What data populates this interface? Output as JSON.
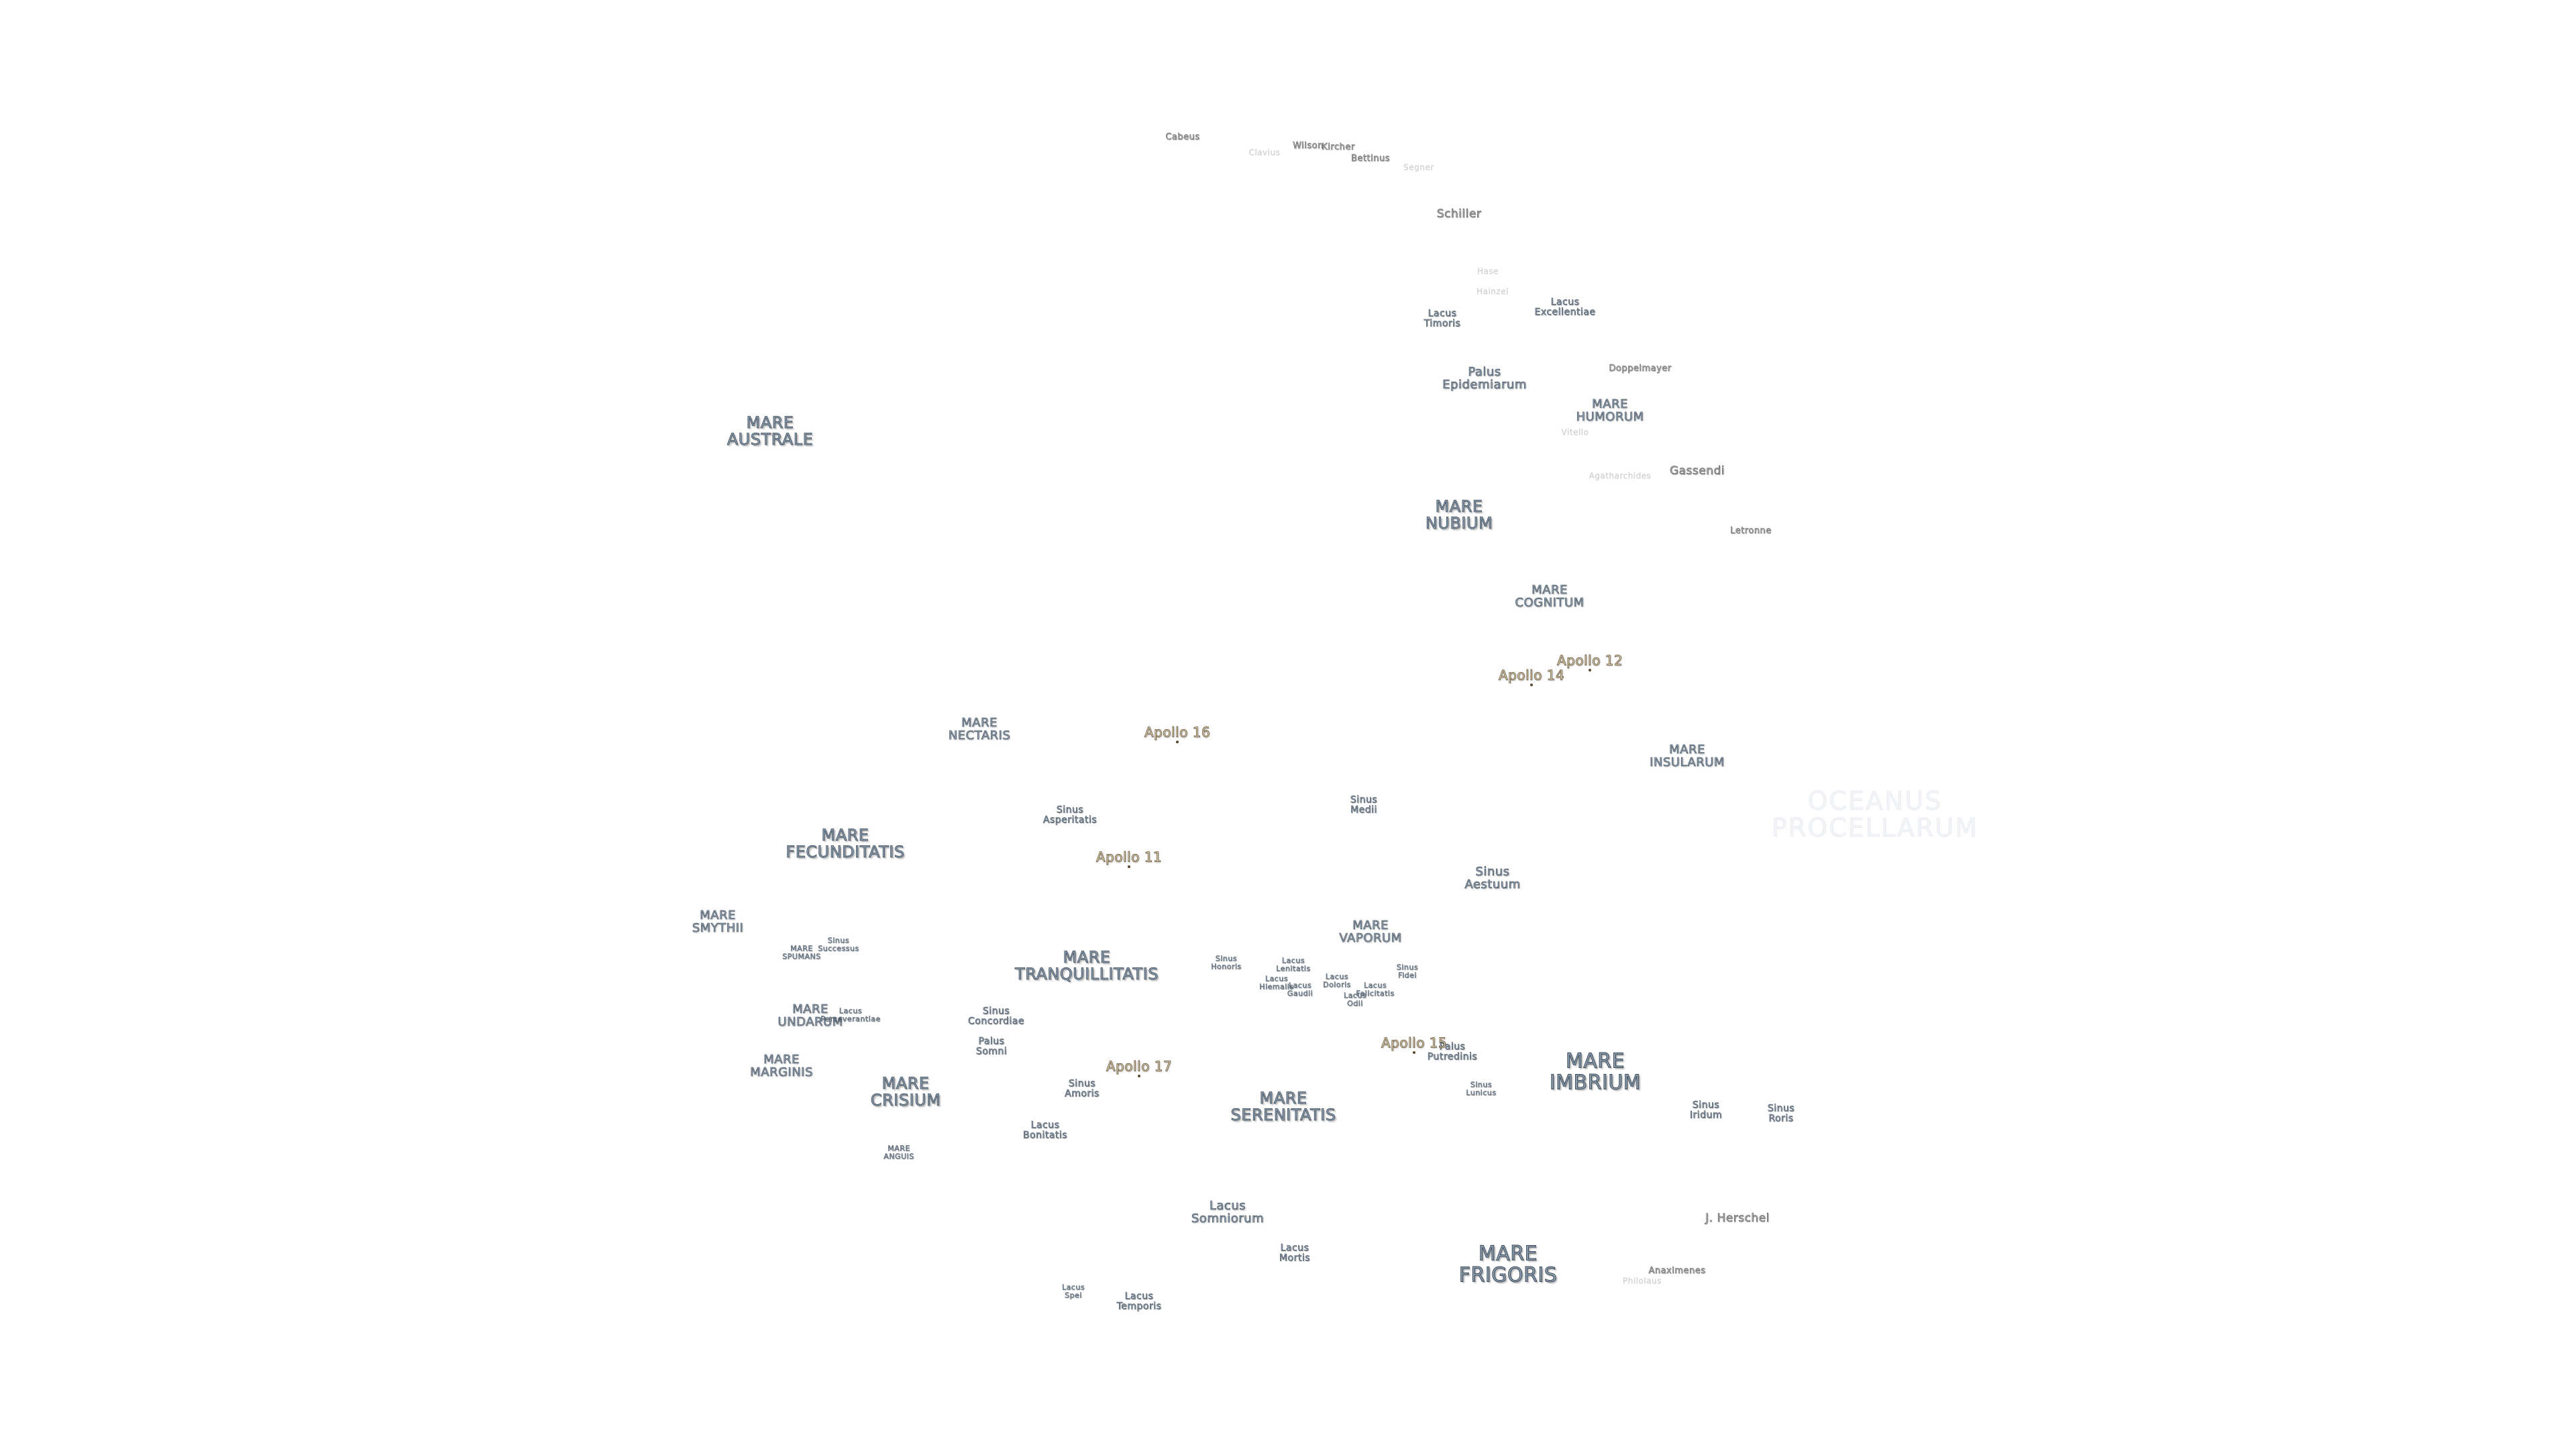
{
  "labels": [
    {
      "id": "mare-australe",
      "lines": [
        "MARE",
        "AUSTRALE"
      ],
      "kind": "mare-l"
    },
    {
      "id": "oceanus-procellarum",
      "lines": [
        "OCEANUS",
        "PROCELLARUM"
      ],
      "kind": "ocean"
    },
    {
      "id": "mare-fecunditatis",
      "lines": [
        "MARE",
        "FECUNDITATIS"
      ],
      "kind": "mare-l"
    },
    {
      "id": "mare-tranquillitatis",
      "lines": [
        "MARE",
        "TRANQUILLITATIS"
      ],
      "kind": "mare-l"
    },
    {
      "id": "mare-serenitatis",
      "lines": [
        "MARE",
        "SERENITATIS"
      ],
      "kind": "mare-l"
    },
    {
      "id": "mare-imbrium",
      "lines": [
        "MARE",
        "IMBRIUM"
      ],
      "kind": "mare-xl"
    },
    {
      "id": "mare-frigoris",
      "lines": [
        "MARE",
        "FRIGORIS"
      ],
      "kind": "mare-xl"
    },
    {
      "id": "mare-crisium",
      "lines": [
        "MARE",
        "CRISIUM"
      ],
      "kind": "mare-l"
    },
    {
      "id": "mare-nubium",
      "lines": [
        "MARE",
        "NUBIUM"
      ],
      "kind": "mare-l"
    },
    {
      "id": "mare-humorum",
      "lines": [
        "MARE",
        "HUMORUM"
      ],
      "kind": "mare-m"
    },
    {
      "id": "mare-cognitum",
      "lines": [
        "MARE",
        "COGNITUM"
      ],
      "kind": "mare-m"
    },
    {
      "id": "mare-insularum",
      "lines": [
        "MARE",
        "INSULARUM"
      ],
      "kind": "mare-m"
    },
    {
      "id": "mare-nectaris",
      "lines": [
        "MARE",
        "NECTARIS"
      ],
      "kind": "mare-m"
    },
    {
      "id": "mare-vaporum",
      "lines": [
        "MARE",
        "VAPORUM"
      ],
      "kind": "mare-m"
    },
    {
      "id": "mare-smythii",
      "lines": [
        "MARE",
        "SMYTHII"
      ],
      "kind": "mare-m"
    },
    {
      "id": "mare-marginis",
      "lines": [
        "MARE",
        "MARGINIS"
      ],
      "kind": "mare-m"
    },
    {
      "id": "mare-undarum",
      "lines": [
        "MARE",
        "UNDARUM"
      ],
      "kind": "mare-m"
    },
    {
      "id": "mare-spumans",
      "lines": [
        "MARE",
        "SPUMANS"
      ],
      "kind": "mare-xs"
    },
    {
      "id": "mare-anguis",
      "lines": [
        "MARE",
        "ANGUIS"
      ],
      "kind": "mare-xs"
    },
    {
      "id": "sinus-asperitatis",
      "lines": [
        "Sinus",
        "Asperitatis"
      ],
      "kind": "mare-s"
    },
    {
      "id": "sinus-medii",
      "lines": [
        "Sinus",
        "Medii"
      ],
      "kind": "mare-s"
    },
    {
      "id": "sinus-aestuum",
      "lines": [
        "Sinus",
        "Aestuum"
      ],
      "kind": "mare-m"
    },
    {
      "id": "sinus-successus",
      "lines": [
        "Sinus",
        "Successus"
      ],
      "kind": "mare-xs"
    },
    {
      "id": "sinus-concordiae",
      "lines": [
        "Sinus",
        "Concordiae"
      ],
      "kind": "mare-s"
    },
    {
      "id": "sinus-amoris",
      "lines": [
        "Sinus",
        "Amoris"
      ],
      "kind": "mare-s"
    },
    {
      "id": "sinus-honoris",
      "lines": [
        "Sinus",
        "Honoris"
      ],
      "kind": "mare-xs"
    },
    {
      "id": "sinus-fidei",
      "lines": [
        "Sinus",
        "Fidei"
      ],
      "kind": "mare-xs"
    },
    {
      "id": "sinus-lunicus",
      "lines": [
        "Sinus",
        "Lunicus"
      ],
      "kind": "mare-xs"
    },
    {
      "id": "sinus-iridum",
      "lines": [
        "Sinus",
        "Iridum"
      ],
      "kind": "mare-s"
    },
    {
      "id": "sinus-roris",
      "lines": [
        "Sinus",
        "Roris"
      ],
      "kind": "mare-s"
    },
    {
      "id": "palus-epidemiarum",
      "lines": [
        "Palus",
        "Epidemiarum"
      ],
      "kind": "mare-m"
    },
    {
      "id": "palus-somni",
      "lines": [
        "Palus",
        "Somni"
      ],
      "kind": "mare-s"
    },
    {
      "id": "palus-putredinis",
      "lines": [
        "Palus",
        "Putredinis"
      ],
      "kind": "mare-s"
    },
    {
      "id": "lacus-timoris",
      "lines": [
        "Lacus",
        "Timoris"
      ],
      "kind": "mare-s"
    },
    {
      "id": "lacus-excellentiae",
      "lines": [
        "Lacus",
        "Excellentiae"
      ],
      "kind": "mare-s"
    },
    {
      "id": "lacus-perseverantiae",
      "lines": [
        "Lacus",
        "Perseverantiae"
      ],
      "kind": "mare-xs"
    },
    {
      "id": "lacus-bonitatis",
      "lines": [
        "Lacus",
        "Bonitatis"
      ],
      "kind": "mare-s"
    },
    {
      "id": "lacus-somniorum",
      "lines": [
        "Lacus",
        "Somniorum"
      ],
      "kind": "mare-m"
    },
    {
      "id": "lacus-mortis",
      "lines": [
        "Lacus",
        "Mortis"
      ],
      "kind": "mare-s"
    },
    {
      "id": "lacus-spei",
      "lines": [
        "Lacus",
        "Spei"
      ],
      "kind": "mare-xs"
    },
    {
      "id": "lacus-temporis",
      "lines": [
        "Lacus",
        "Temporis"
      ],
      "kind": "mare-s"
    },
    {
      "id": "lacus-lenitatis",
      "lines": [
        "Lacus",
        "Lenitatis"
      ],
      "kind": "mare-xs"
    },
    {
      "id": "lacus-hiemalis",
      "lines": [
        "Lacus",
        "Hiemalis"
      ],
      "kind": "mare-xs"
    },
    {
      "id": "lacus-gaudii",
      "lines": [
        "Lacus",
        "Gaudii"
      ],
      "kind": "mare-xs"
    },
    {
      "id": "lacus-doloris",
      "lines": [
        "Lacus",
        "Doloris"
      ],
      "kind": "mare-xs"
    },
    {
      "id": "lacus-odii",
      "lines": [
        "Lacus",
        "Odii"
      ],
      "kind": "mare-xs"
    },
    {
      "id": "lacus-felicitatis",
      "lines": [
        "Lacus",
        "Felicitatis"
      ],
      "kind": "mare-xs"
    },
    {
      "id": "crater-cabeus",
      "lines": [
        "Cabeus"
      ],
      "kind": "crater-s"
    },
    {
      "id": "crater-clavius",
      "lines": [
        "Clavius"
      ],
      "kind": "crater-faint"
    },
    {
      "id": "crater-wilson",
      "lines": [
        "Wilson"
      ],
      "kind": "crater-s"
    },
    {
      "id": "crater-kircher",
      "lines": [
        "Kircher"
      ],
      "kind": "crater-s"
    },
    {
      "id": "crater-bettinus",
      "lines": [
        "Bettinus"
      ],
      "kind": "crater-s"
    },
    {
      "id": "crater-segner",
      "lines": [
        "Segner"
      ],
      "kind": "crater-faint"
    },
    {
      "id": "crater-schiller",
      "lines": [
        "Schiller"
      ],
      "kind": "crater-m"
    },
    {
      "id": "crater-hase",
      "lines": [
        "Hase"
      ],
      "kind": "crater-faint"
    },
    {
      "id": "crater-hainzel",
      "lines": [
        "Hainzel"
      ],
      "kind": "crater-faint"
    },
    {
      "id": "crater-doppelmayer",
      "lines": [
        "Doppelmayer"
      ],
      "kind": "crater-s"
    },
    {
      "id": "crater-vitello",
      "lines": [
        "Vitello"
      ],
      "kind": "crater-faint"
    },
    {
      "id": "crater-agatharchides",
      "lines": [
        "Agatharchides"
      ],
      "kind": "crater-faint"
    },
    {
      "id": "crater-gassendi",
      "lines": [
        "Gassendi"
      ],
      "kind": "crater-m"
    },
    {
      "id": "crater-letronne",
      "lines": [
        "Letronne"
      ],
      "kind": "crater-s"
    },
    {
      "id": "crater-j-herschel",
      "lines": [
        "J. Herschel"
      ],
      "kind": "crater-m"
    },
    {
      "id": "crater-anaximenes",
      "lines": [
        "Anaximenes"
      ],
      "kind": "crater-s"
    },
    {
      "id": "crater-philolaus",
      "lines": [
        "Philolaus"
      ],
      "kind": "crater-faint"
    }
  ],
  "apollo_sites": [
    {
      "id": "apollo-12",
      "label": "Apollo 12"
    },
    {
      "id": "apollo-14",
      "label": "Apollo 14"
    },
    {
      "id": "apollo-16",
      "label": "Apollo 16"
    },
    {
      "id": "apollo-11",
      "label": "Apollo 11"
    },
    {
      "id": "apollo-17",
      "label": "Apollo 17"
    },
    {
      "id": "apollo-15",
      "label": "Apollo 15"
    }
  ]
}
